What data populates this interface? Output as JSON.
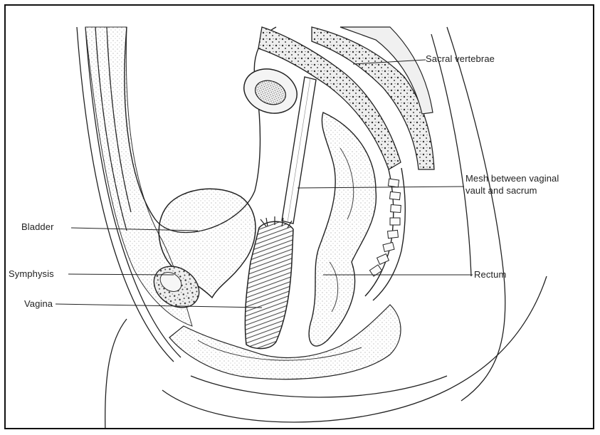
{
  "figure": {
    "labels": {
      "sacral_vertebrae": "Sacral vertebrae",
      "mesh": "Mesh between vaginal\nvault and sacrum",
      "bladder": "Bladder",
      "symphysis": "Symphysis",
      "vagina": "Vagina",
      "rectum": "Rectum"
    }
  }
}
